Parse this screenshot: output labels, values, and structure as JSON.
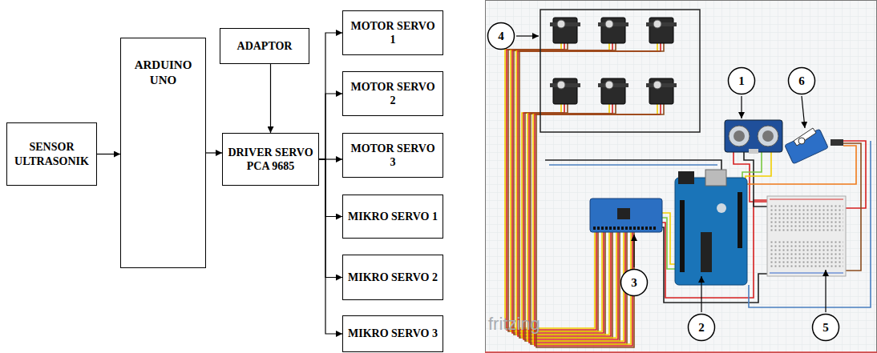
{
  "diagram": {
    "nodes": [
      {
        "text": [
          "SENSOR ULTRASONIK"
        ]
      },
      {
        "text": [
          "ARDUINO UNO"
        ]
      },
      {
        "text": [
          "ADAPTOR"
        ]
      },
      {
        "text": [
          "DRIVER SERVO PCA 9685"
        ]
      },
      {
        "text": [
          "MOTOR SERVO 1"
        ]
      },
      {
        "text": [
          "MOTOR SERVO 2"
        ]
      },
      {
        "text": [
          "MOTOR SERVO 3"
        ]
      },
      {
        "text": [
          "MIKRO SERVO 1"
        ]
      },
      {
        "text": [
          "MIKRO SERVO 2"
        ]
      },
      {
        "text": [
          "MIKRO SERVO 3"
        ]
      },
      {
        "text": [
          "4"
        ]
      },
      {
        "text": [
          "1"
        ]
      },
      {
        "text": [
          "6"
        ]
      },
      {
        "text": [
          "3"
        ]
      },
      {
        "text": [
          "2"
        ]
      },
      {
        "text": [
          "5"
        ]
      }
    ],
    "edges": [
      {
        "from": 0,
        "to": 1,
        "arrow": "to"
      },
      {
        "from": 1,
        "to": 3,
        "arrow": "to"
      },
      {
        "from": 2,
        "to": 3,
        "arrow": "to"
      },
      {
        "from": 3,
        "to": 4,
        "arrow": "to"
      },
      {
        "from": 3,
        "to": 5,
        "arrow": "to"
      },
      {
        "from": 3,
        "to": 6,
        "arrow": "to"
      },
      {
        "from": 3,
        "to": 7,
        "arrow": "to"
      },
      {
        "from": 3,
        "to": 8,
        "arrow": "to"
      },
      {
        "from": 3,
        "to": 9,
        "arrow": "to"
      }
    ],
    "labels": [
      "fritzing"
    ]
  }
}
